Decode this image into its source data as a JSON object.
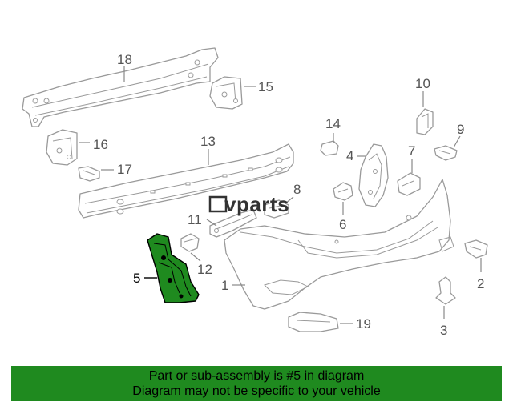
{
  "watermark": {
    "text": "vparts"
  },
  "callouts": {
    "c1": "1",
    "c2": "2",
    "c3": "3",
    "c4": "4",
    "c5": "5",
    "c6": "6",
    "c7": "7",
    "c8": "8",
    "c9": "9",
    "c10": "10",
    "c11": "11",
    "c12": "12",
    "c13": "13",
    "c14": "14",
    "c15": "15",
    "c16": "16",
    "c17": "17",
    "c18": "18",
    "c19": "19"
  },
  "highlighted_part": "5",
  "banner": {
    "line1": "Part or sub-assembly is #5 in diagram",
    "line2": "Diagram may not be specific to your vehicle"
  },
  "colors": {
    "highlight": "#1f8a1f",
    "banner": "#1f8a1f",
    "part_outline": "#9a9a9a",
    "callout_text": "#555555"
  }
}
